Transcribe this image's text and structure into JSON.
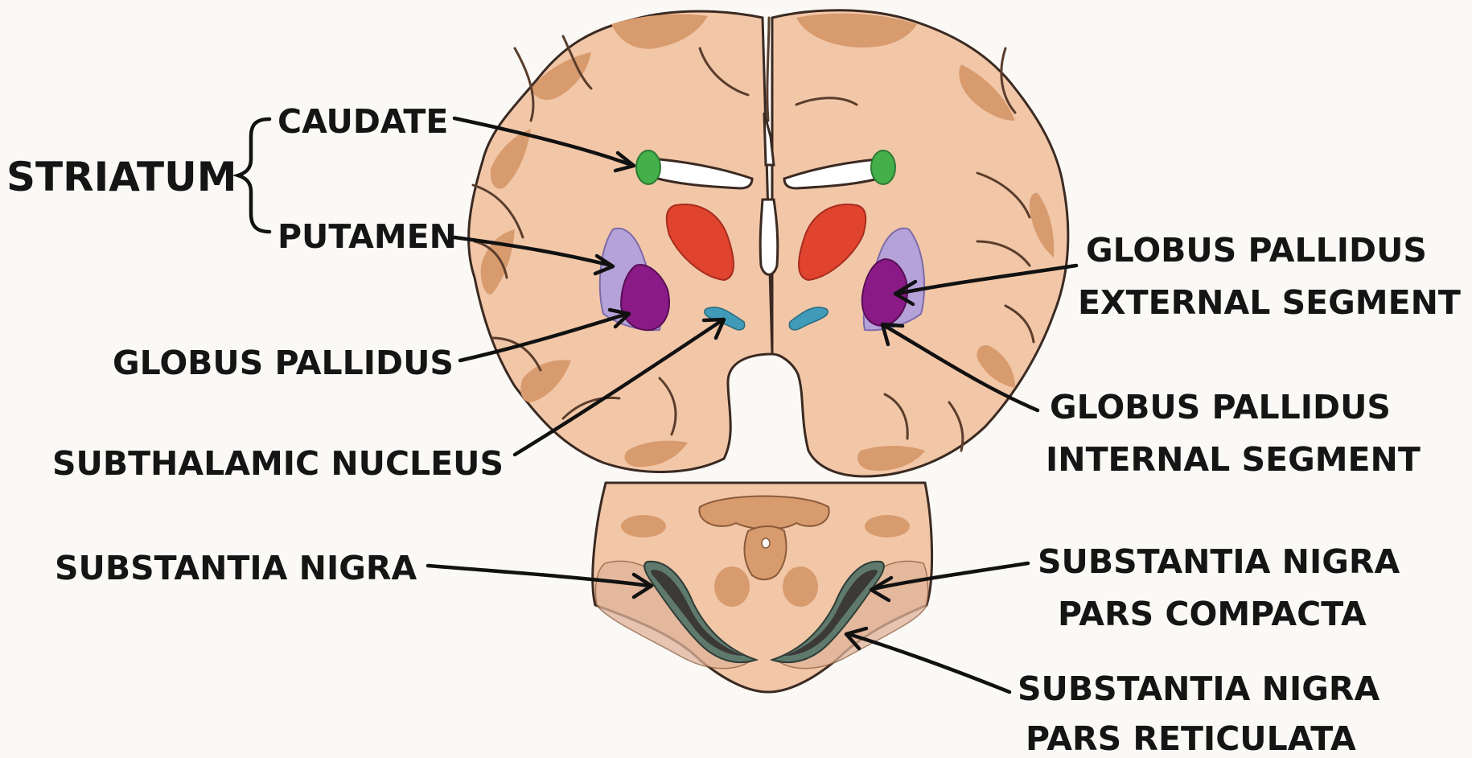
{
  "labels": {
    "striatum": "STRIATUM",
    "caudate": "CAUDATE",
    "putamen": "PUTAMEN",
    "globus_pallidus": "GLOBUS PALLIDUS",
    "subthalamic_nucleus": "SUBTHALAMIC NUCLEUS",
    "gp_external_line1": "GLOBUS PALLIDUS",
    "gp_external_line2": "EXTERNAL SEGMENT",
    "gp_internal_line1": "GLOBUS PALLIDUS",
    "gp_internal_line2": "INTERNAL SEGMENT",
    "substantia_nigra": "SUBSTANTIA NIGRA",
    "sn_compacta_line1": "SUBSTANTIA NIGRA",
    "sn_compacta_line2": "PARS COMPACTA",
    "sn_reticulata_line1": "SUBSTANTIA NIGRA",
    "sn_reticulata_line2": "PARS RETICULATA"
  },
  "colors": {
    "brain_tissue": "#f2c7a8",
    "cortex_gray_matter": "#d89b6e",
    "caudate": "#43b04a",
    "putamen": "#e0432e",
    "globus_pallidus_external": "#b5a2d8",
    "globus_pallidus_internal": "#8a1a86",
    "subthalamic_nucleus": "#3f9bb8",
    "substantia_nigra_compacta": "#3c3939",
    "substantia_nigra_reticulata": "#5f7a6c",
    "midbrain_region": "#dfb39a"
  }
}
